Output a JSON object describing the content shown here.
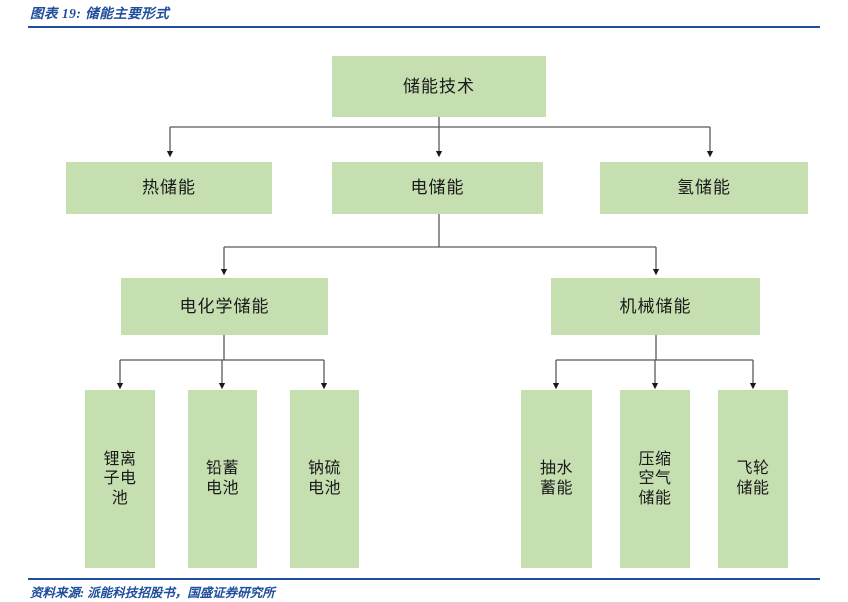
{
  "header": {
    "title": "图表 19: 储能主要形式",
    "accent_color": "#1f4e9c"
  },
  "footer": {
    "source": "资料来源: 派能科技招股书，国盛证券研究所"
  },
  "diagram": {
    "type": "tree",
    "node_fill_color": "#c5dfb0",
    "connector_color": "#595959",
    "root": {
      "label": "储能技术"
    },
    "level2": [
      {
        "label": "热储能"
      },
      {
        "label": "电储能"
      },
      {
        "label": "氢储能"
      }
    ],
    "level3": [
      {
        "label": "电化学储能"
      },
      {
        "label": "机械储能"
      }
    ],
    "level4_electrochemical": [
      {
        "label": "锂离\n子电\n池"
      },
      {
        "label": "铅蓄\n电池"
      },
      {
        "label": "钠硫\n电池"
      }
    ],
    "level4_mechanical": [
      {
        "label": "抽水\n蓄能"
      },
      {
        "label": "压缩\n空气\n储能"
      },
      {
        "label": "飞轮\n储能"
      }
    ]
  }
}
